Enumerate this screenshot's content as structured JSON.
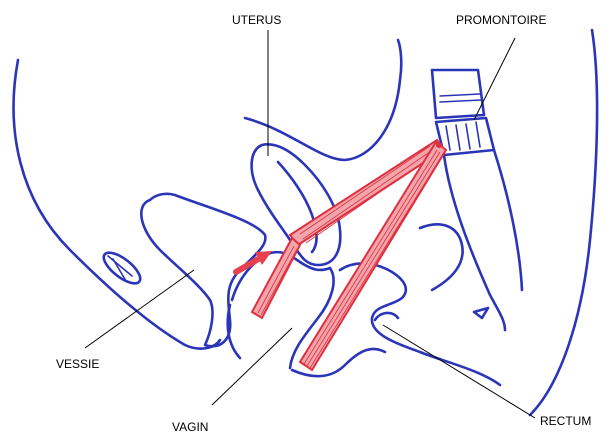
{
  "labels": {
    "uterus": "UTERUS",
    "promontoire": "PROMONTOIRE",
    "vessie": "VESSIE",
    "vagin": "VAGIN",
    "rectum": "RECTUM"
  },
  "colors": {
    "anatomy_stroke": "#2b35b8",
    "mesh_fill": "#f2a6ac",
    "mesh_stroke": "#e0303f",
    "arrow": "#e8404f",
    "label_text": "#000000",
    "background": "#ffffff"
  }
}
